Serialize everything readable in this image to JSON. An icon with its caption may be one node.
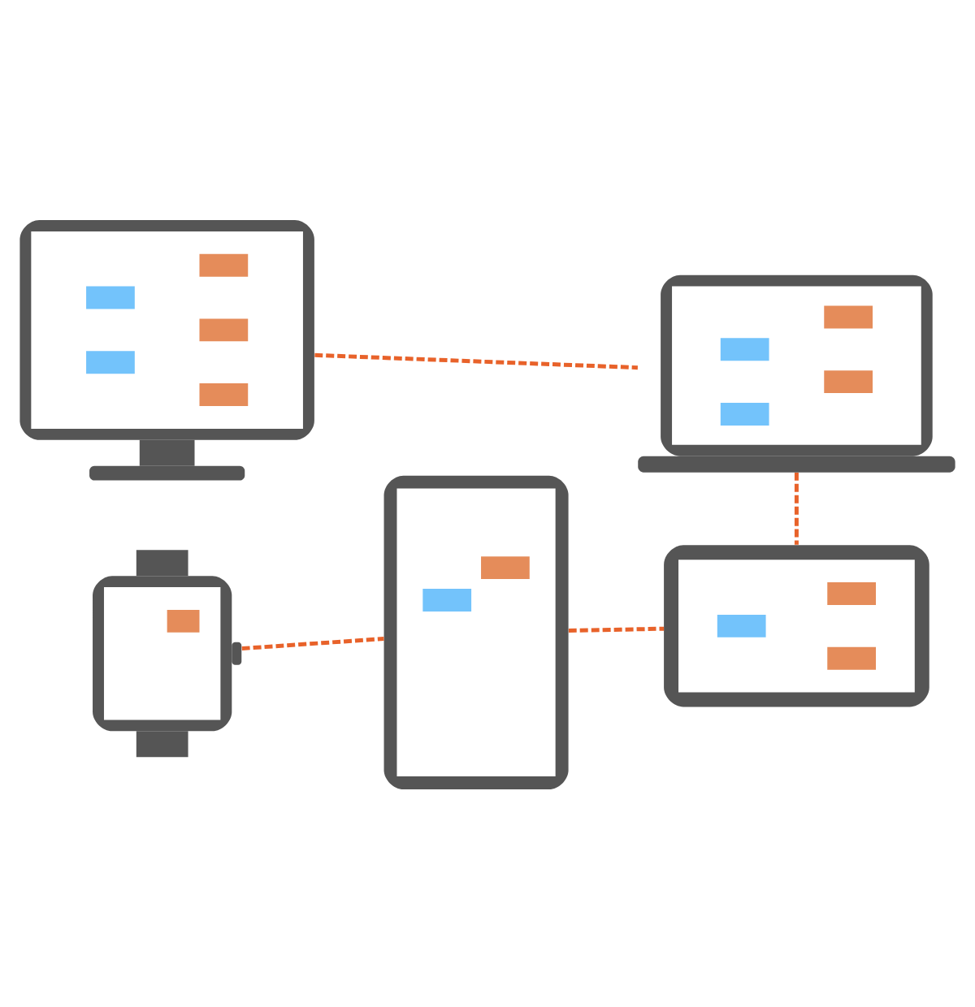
{
  "diagram": {
    "nodes": [
      {
        "text": [],
        "shape": "monitor"
      },
      {
        "text": [],
        "shape": "laptop"
      },
      {
        "text": [],
        "shape": "watch"
      },
      {
        "text": [],
        "shape": "phone"
      },
      {
        "text": [],
        "shape": "tablet"
      }
    ],
    "edges": [
      {
        "from": 0,
        "to": 1,
        "arrow": "none",
        "style": "dashed",
        "color": "#e8622a"
      },
      {
        "from": 1,
        "to": 4,
        "arrow": "none",
        "style": "dashed",
        "color": "#e8622a"
      },
      {
        "from": 2,
        "to": 3,
        "arrow": "none",
        "style": "dashed",
        "color": "#e8622a"
      },
      {
        "from": 3,
        "to": 4,
        "arrow": "none",
        "style": "dashed",
        "color": "#e8622a"
      }
    ]
  }
}
